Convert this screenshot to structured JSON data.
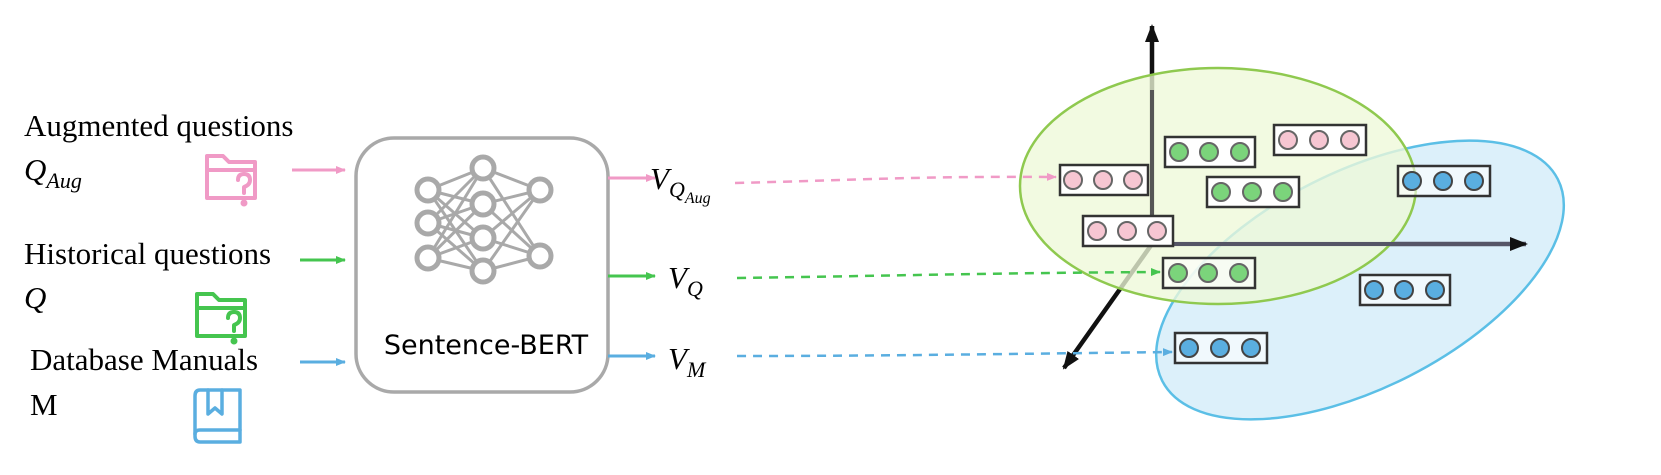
{
  "inputs": [
    {
      "title": "Augmented questions",
      "symbol": "Q",
      "subscript": "Aug",
      "color": "#f09ac6"
    },
    {
      "title": "Historical questions",
      "symbol": "Q",
      "subscript": "",
      "color": "#45c54f"
    },
    {
      "title": "Database Manuals",
      "symbol": "M",
      "subscript": "",
      "color": "#5aaee0"
    }
  ],
  "encoder": {
    "label": "Sentence-BERT",
    "border_color": "#a9a9a9",
    "node_color": "#a9a9a9"
  },
  "outputs": [
    {
      "symbol": "V",
      "subscript_main": "Q",
      "subscript_sub": "Aug",
      "color": "#f09ac6"
    },
    {
      "symbol": "V",
      "subscript_main": "Q",
      "subscript_sub": "",
      "color": "#45c54f"
    },
    {
      "symbol": "V",
      "subscript_main": "M",
      "subscript_sub": "",
      "color": "#5aaee0"
    }
  ],
  "space": {
    "question_cluster_fill": "#eef8d8",
    "question_cluster_stroke": "#8fc94f",
    "manual_cluster_fill": "#dcf0fa",
    "manual_cluster_stroke": "#5bbfe6",
    "axis_color": "#111111",
    "vector_colors": {
      "pink": "#f6c6d2",
      "green": "#7bd47b",
      "blue": "#5aaee0"
    }
  }
}
